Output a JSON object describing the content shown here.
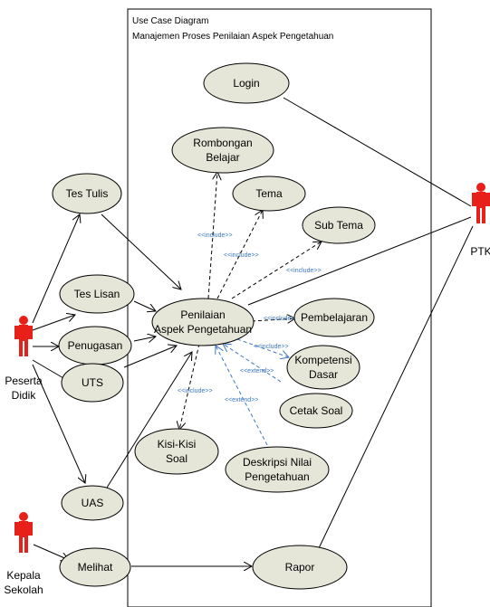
{
  "diagram": {
    "title_line1": "Use Case Diagram",
    "title_line2": "Manajemen Proses Penilaian Aspek Pengetahuan",
    "colors": {
      "usecase_fill": "#e6e6d8",
      "actor_red": "#e8201a",
      "include_blue": "#3a78c4",
      "line": "#000000"
    },
    "actors": {
      "peserta": [
        "Peserta",
        "Didik"
      ],
      "kepala": [
        "Kepala",
        "Sekolah"
      ],
      "ptk": [
        "PTK"
      ]
    },
    "usecases": {
      "login": [
        "Login"
      ],
      "rombongan": [
        "Rombongan",
        "Belajar"
      ],
      "tema": [
        "Tema"
      ],
      "subtema": [
        "Sub Tema"
      ],
      "testulis": [
        "Tes Tulis"
      ],
      "teslisan": [
        "Tes Lisan"
      ],
      "penilaian": [
        "Penilaian",
        "Aspek Pengetahuan"
      ],
      "pembelajaran": [
        "Pembelajaran"
      ],
      "penugasan": [
        "Penugasan"
      ],
      "kompetensi": [
        "Kompetensi",
        "Dasar"
      ],
      "uts": [
        "UTS"
      ],
      "cetaksoal": [
        "Cetak Soal"
      ],
      "kisikisi": [
        "Kisi-Kisi",
        "Soal"
      ],
      "deskripsi": [
        "Deskripsi Nilai",
        "Pengetahuan"
      ],
      "uas": [
        "UAS"
      ],
      "melihat": [
        "Melihat"
      ],
      "rapor": [
        "Rapor"
      ]
    },
    "relation_labels": {
      "rombongan": "<<include>>",
      "tema": "<<include>>",
      "subtema": "<<include>>",
      "pembelajaran": "<<include>>",
      "kompetensi": "<<include>>",
      "cetaksoal": "<<extend>>",
      "deskripsi": "<<extend>>",
      "kisikisi": "<<include>>"
    }
  }
}
